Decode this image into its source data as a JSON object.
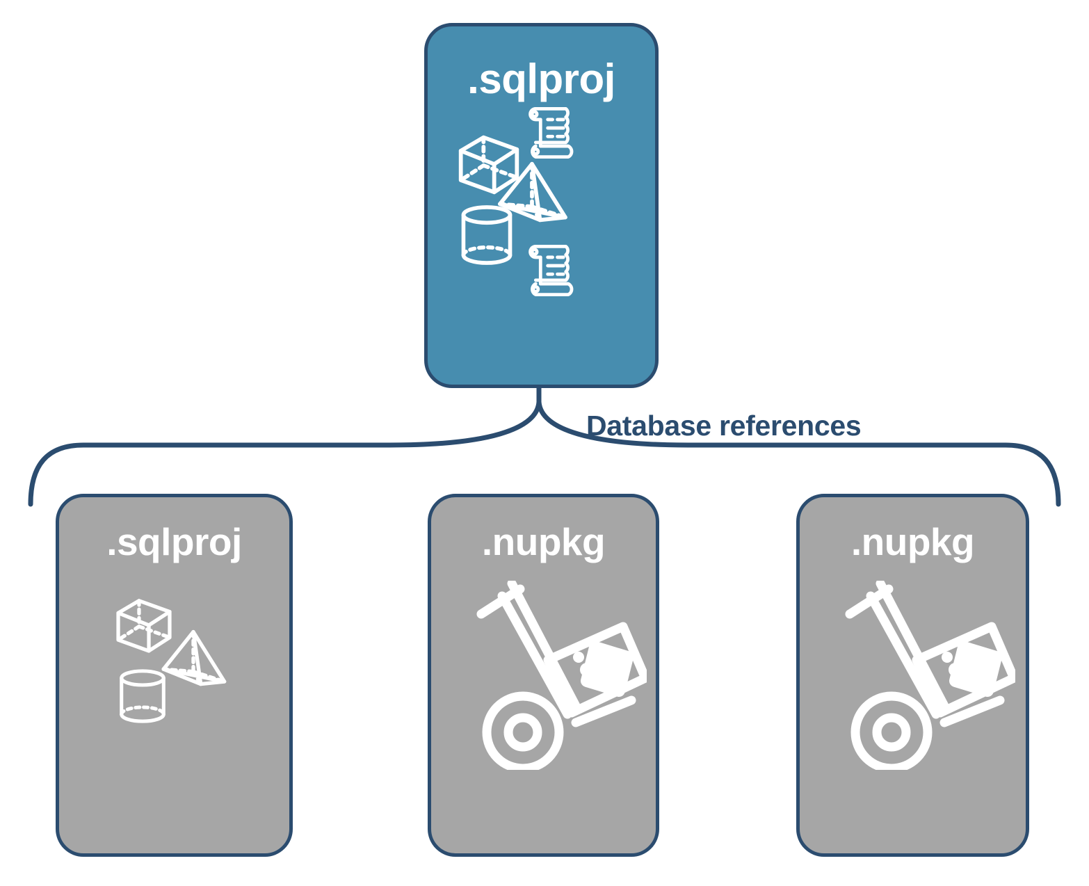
{
  "diagram": {
    "title": "Database references diagram",
    "connector_label": "Database references",
    "colors": {
      "primary_fill": "#478DAF",
      "secondary_fill": "#A6A6A6",
      "stroke": "#2B4C6F",
      "icon": "#FFFFFF",
      "background": "#FFFFFF"
    },
    "root": {
      "label": ".sqlproj",
      "kind": "primary",
      "icons": [
        "cube-icon",
        "scroll-icon",
        "pyramid-icon",
        "cylinder-icon",
        "scroll-icon"
      ]
    },
    "references": [
      {
        "label": ".sqlproj",
        "kind": "secondary",
        "icons": [
          "cube-icon",
          "pyramid-icon",
          "cylinder-icon"
        ]
      },
      {
        "label": ".nupkg",
        "kind": "secondary",
        "icons": [
          "hand-truck-package-icon"
        ]
      },
      {
        "label": ".nupkg",
        "kind": "secondary",
        "icons": [
          "hand-truck-package-icon"
        ]
      }
    ]
  }
}
